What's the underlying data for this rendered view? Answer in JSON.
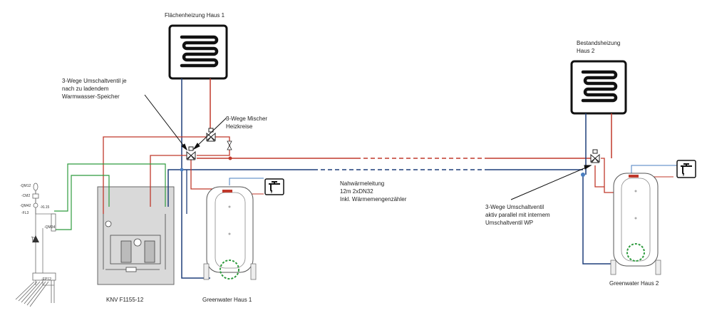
{
  "labels": {
    "flaechenheizung": "Flächenheizung Haus 1",
    "bestandsheizung_1": "Bestandsheizung",
    "bestandsheizung_2": "Haus 2",
    "umschalt_1_l1": "3-Wege Umschaltventil je",
    "umschalt_1_l2": "nach zu ladendem",
    "umschalt_1_l3": "Warmwasser-Speicher",
    "mischer_l1": "3-Wege Mischer",
    "mischer_l2": "Heizkreise",
    "nahwaerme_l1": "Nahwärmeleitung",
    "nahwaerme_l2": "12m 2xDN32",
    "nahwaerme_l3": "Inkl. Wärmemengenzähler",
    "umschalt_2_l1": "3-Wege Umschaltventil",
    "umschalt_2_l2": "aktiv parallel mit internem",
    "umschalt_2_l3": "Umschaltventil WP",
    "knv": "KNV F1155-12",
    "greenwater_1": "Greenwater Haus 1",
    "greenwater_2": "Greenwater Haus 2",
    "qm12": "-QM12",
    "cm2": "-CM2",
    "qm42": "-QM42",
    "fl3": "-FL3",
    "xl15": "-XL15",
    "qm34": "-QM34",
    "ep12": "-EP12"
  },
  "colors": {
    "red": "#c0392b",
    "blue": "#1f3f7a",
    "green": "#2e9b3e",
    "light_blue": "#4a7fc1",
    "box_fill": "#d9d9d9"
  }
}
